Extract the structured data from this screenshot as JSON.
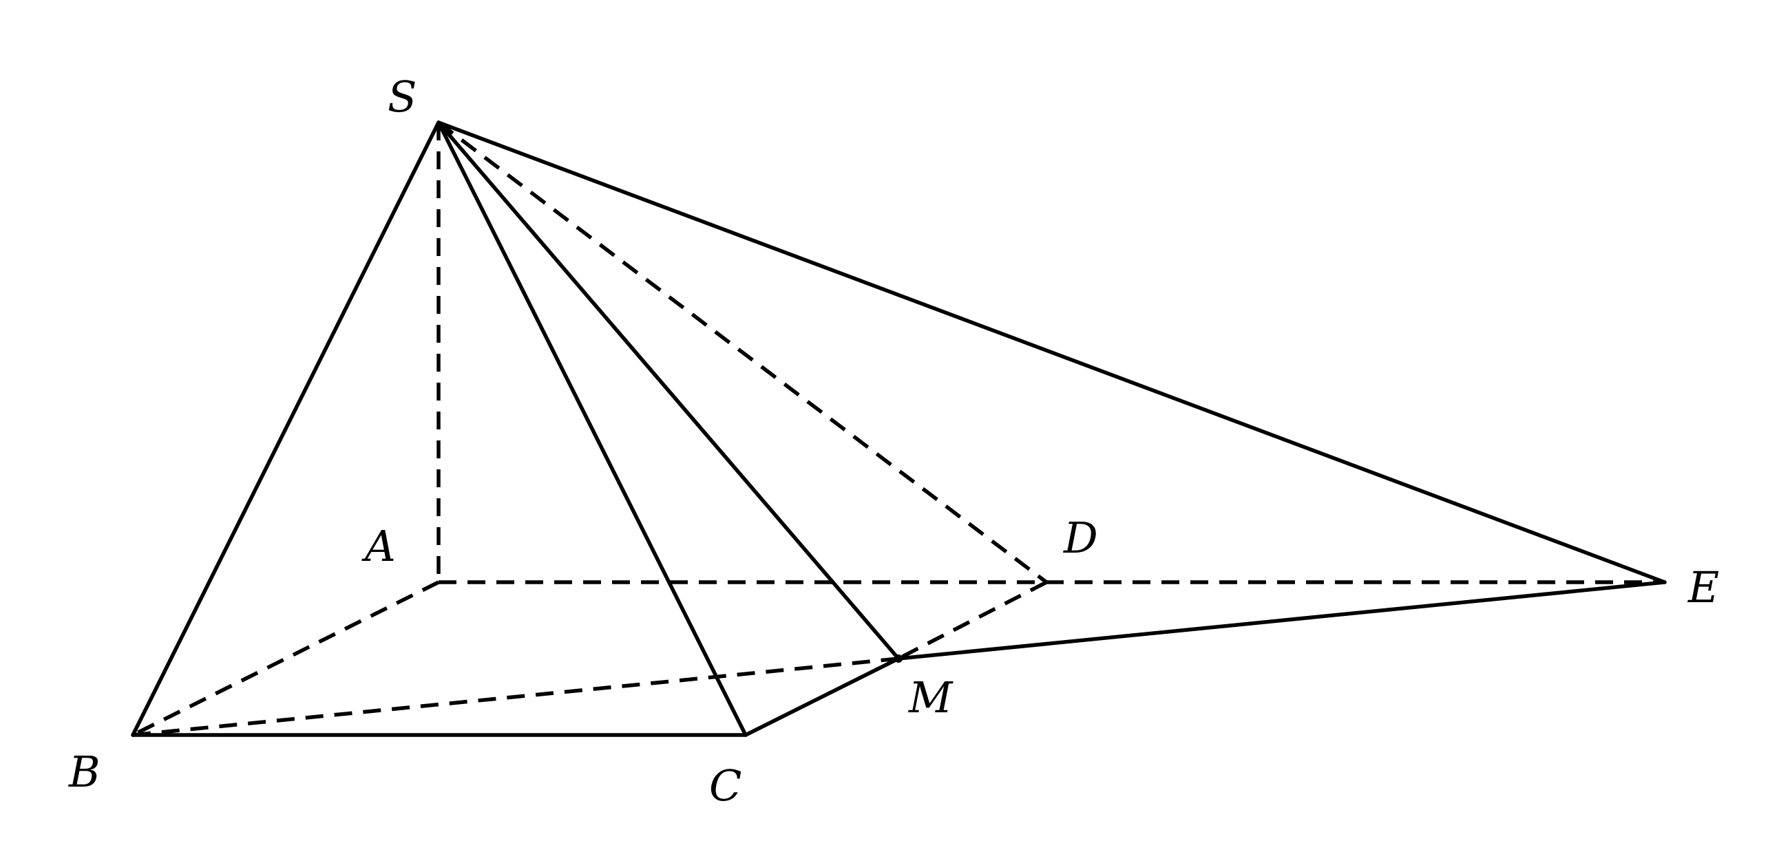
{
  "labels": {
    "S": "S",
    "A": "A",
    "B": "B",
    "C": "C",
    "D": "D",
    "E": "E",
    "M": "M"
  },
  "colors": {
    "stroke": "#000000",
    "background": "#ffffff"
  }
}
